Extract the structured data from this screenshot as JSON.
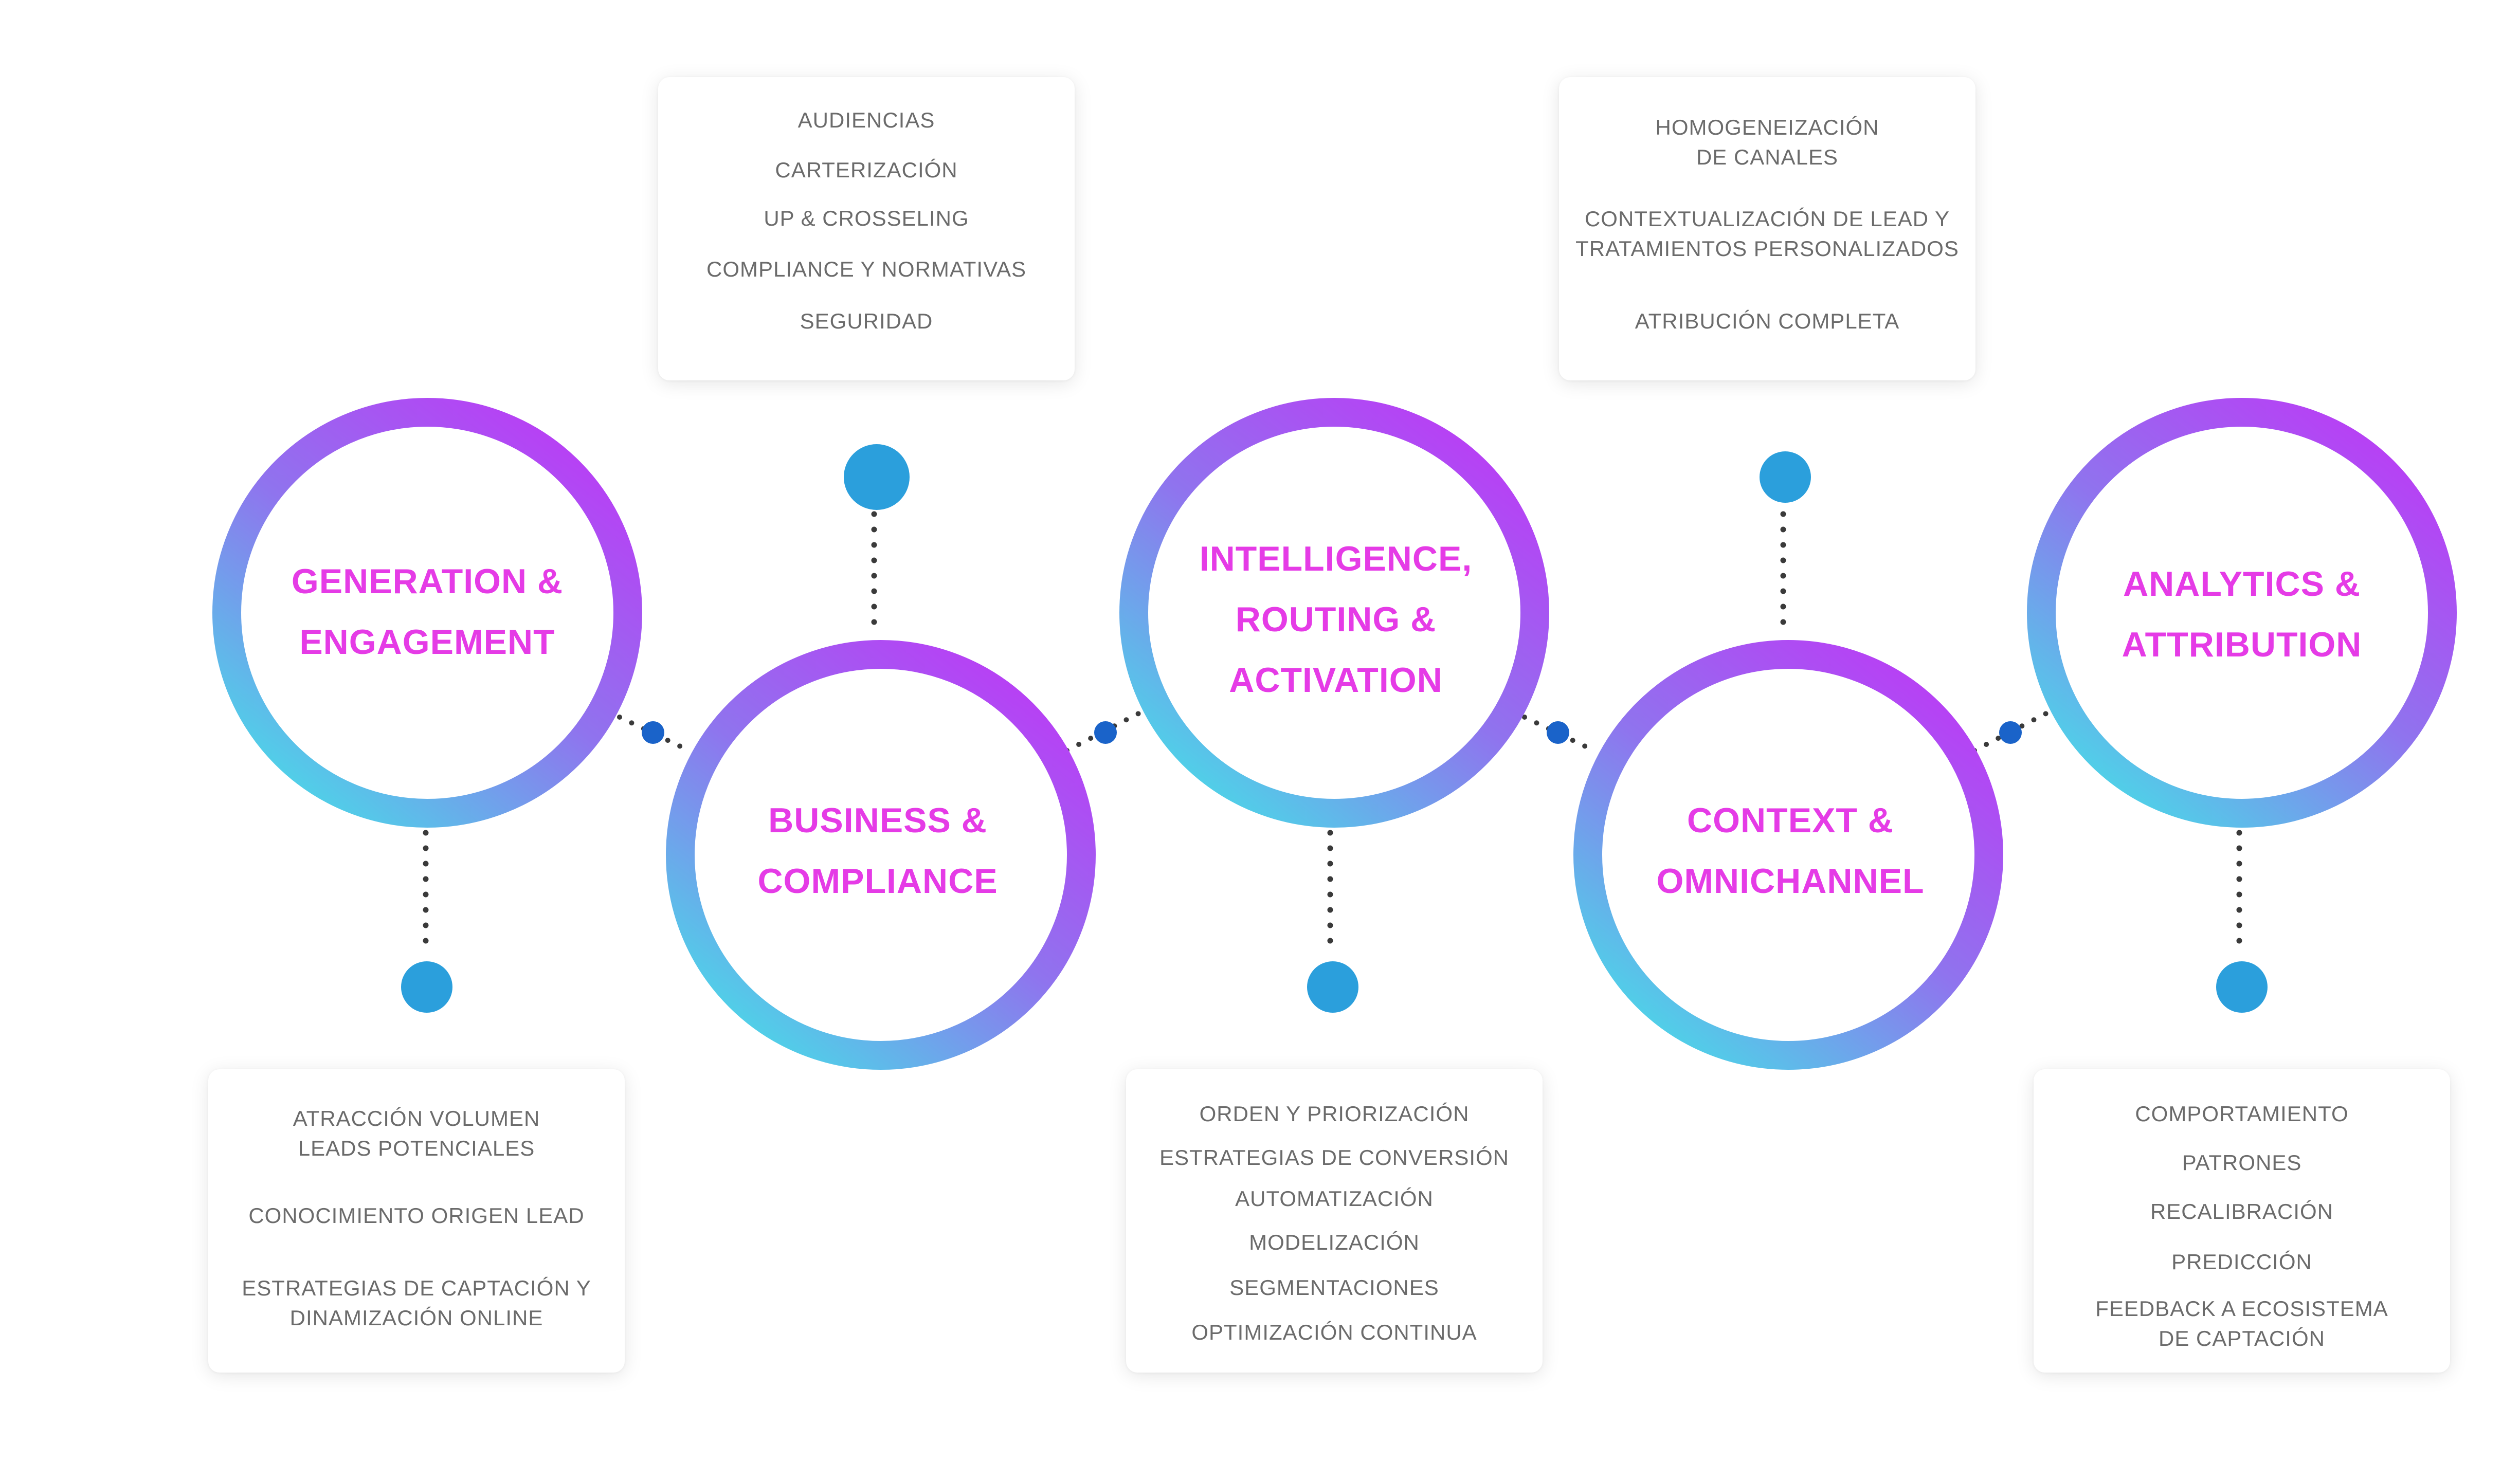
{
  "colors": {
    "ring_top": "#b93ef5",
    "ring_bottom": "#4dd4e8",
    "label": "#e53be6",
    "node_dot": "#2b9fdc",
    "link_dot": "#1a63c9",
    "dotted_line": "#3a3a3a",
    "card_text": "#6b6b6b"
  },
  "stages": [
    {
      "id": "generation",
      "label": "GENERATION &\nENGAGEMENT"
    },
    {
      "id": "business",
      "label": "BUSINESS  &\nCOMPLIANCE"
    },
    {
      "id": "intelligence",
      "label": "INTELLIGENCE,\nROUTING &\nACTIVATION"
    },
    {
      "id": "context",
      "label": "CONTEXT  &\nOMNICHANNEL"
    },
    {
      "id": "analytics",
      "label": "ANALYTICS &\nATTRIBUTION"
    }
  ],
  "cards": [
    {
      "id": "generation",
      "items": [
        "ATRACCIÓN VOLUMEN\nLEADS POTENCIALES",
        "CONOCIMIENTO ORIGEN LEAD",
        "ESTRATEGIAS DE CAPTACIÓN Y\nDINAMIZACIÓN ONLINE"
      ]
    },
    {
      "id": "business",
      "items": [
        "AUDIENCIAS",
        "CARTERIZACIÓN",
        "UP & CROSSELING",
        "COMPLIANCE Y NORMATIVAS",
        "SEGURIDAD"
      ]
    },
    {
      "id": "intelligence",
      "items": [
        "ORDEN Y PRIORIZACIÓN",
        "ESTRATEGIAS DE CONVERSIÓN",
        "AUTOMATIZACIÓN",
        "MODELIZACIÓN",
        "SEGMENTACIONES",
        "OPTIMIZACIÓN CONTINUA"
      ]
    },
    {
      "id": "context",
      "items": [
        "HOMOGENEIZACIÓN\nDE CANALES",
        "CONTEXTUALIZACIÓN DE LEAD Y\nTRATAMIENTOS PERSONALIZADOS",
        "ATRIBUCIÓN COMPLETA"
      ]
    },
    {
      "id": "analytics",
      "items": [
        "COMPORTAMIENTO",
        "PATRONES",
        "RECALIBRACIÓN",
        "PREDICCIÓN",
        "FEEDBACK A ECOSISTEMA\nDE CAPTACIÓN"
      ]
    }
  ]
}
